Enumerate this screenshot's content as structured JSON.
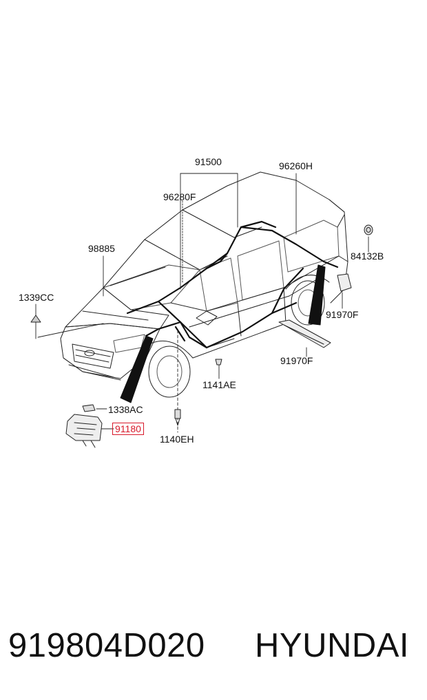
{
  "parts": {
    "p91500": "91500",
    "p96260H": "96260H",
    "p96280F": "96280F",
    "p98885": "98885",
    "p84132B": "84132B",
    "p1339CC": "1339CC",
    "p91970F_a": "91970F",
    "p91970F_b": "91970F",
    "p1141AE": "1141AE",
    "p1338AC": "1338AC",
    "p91180": "91180",
    "p1140EH": "1140EH"
  },
  "highlight": {
    "part": "91180",
    "color": "#d8192a"
  },
  "caption": {
    "part_number": "919804D020",
    "brand": "HYUNDAI"
  }
}
